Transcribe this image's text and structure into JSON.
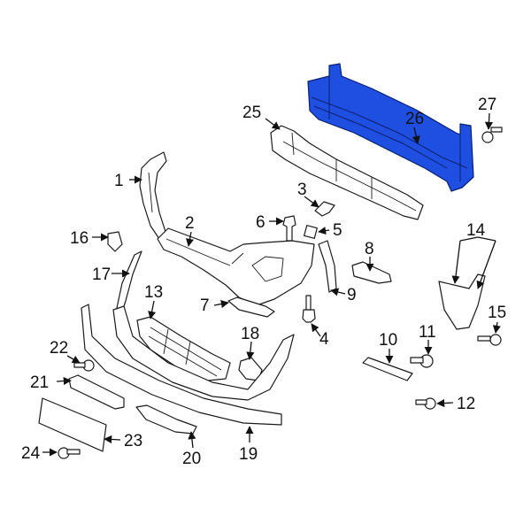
{
  "callouts": [
    {
      "id": "1",
      "label": "1"
    },
    {
      "id": "2",
      "label": "2"
    },
    {
      "id": "3",
      "label": "3"
    },
    {
      "id": "4",
      "label": "4"
    },
    {
      "id": "5",
      "label": "5"
    },
    {
      "id": "6",
      "label": "6"
    },
    {
      "id": "7",
      "label": "7"
    },
    {
      "id": "8",
      "label": "8"
    },
    {
      "id": "9",
      "label": "9"
    },
    {
      "id": "10",
      "label": "10"
    },
    {
      "id": "11",
      "label": "11"
    },
    {
      "id": "12",
      "label": "12"
    },
    {
      "id": "13",
      "label": "13"
    },
    {
      "id": "14",
      "label": "14"
    },
    {
      "id": "15",
      "label": "15"
    },
    {
      "id": "16",
      "label": "16"
    },
    {
      "id": "17",
      "label": "17"
    },
    {
      "id": "18",
      "label": "18"
    },
    {
      "id": "19",
      "label": "19"
    },
    {
      "id": "20",
      "label": "20"
    },
    {
      "id": "21",
      "label": "21"
    },
    {
      "id": "22",
      "label": "22"
    },
    {
      "id": "23",
      "label": "23"
    },
    {
      "id": "24",
      "label": "24"
    },
    {
      "id": "25",
      "label": "25"
    },
    {
      "id": "26",
      "label": "26"
    },
    {
      "id": "27",
      "label": "27"
    }
  ],
  "colors": {
    "highlight": "#1f4fe0",
    "line": "#1a1a1a",
    "background": "#ffffff"
  },
  "highlighted_part": "26"
}
